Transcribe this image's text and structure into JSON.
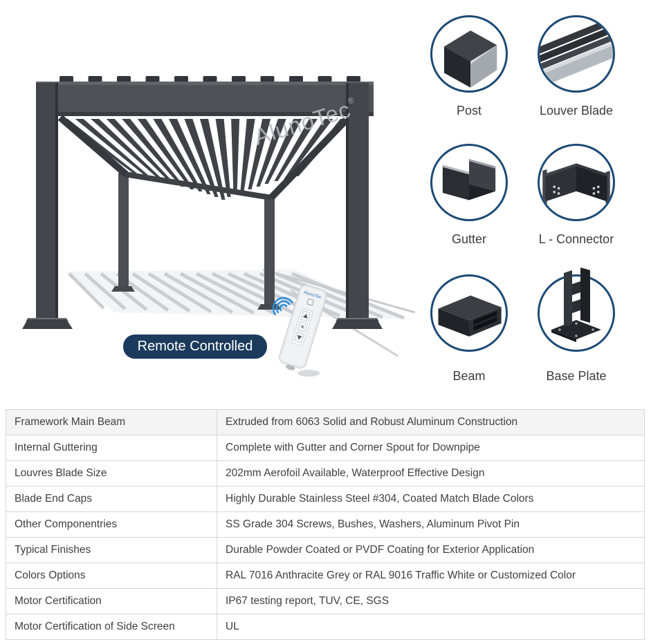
{
  "hero": {
    "watermark": "AlunoTec",
    "watermark_reg": "®",
    "badge_label": "Remote Controlled",
    "remote_logo": "AlunoTec"
  },
  "components": {
    "circle_border_color": "#1d4a75",
    "items": [
      {
        "label": "Post",
        "icon": "post-icon"
      },
      {
        "label": "Louver Blade",
        "icon": "louver-blade-icon"
      },
      {
        "label": "Gutter",
        "icon": "gutter-icon"
      },
      {
        "label": "L - Connector",
        "icon": "l-connector-icon"
      },
      {
        "label": "Beam",
        "icon": "beam-icon"
      },
      {
        "label": "Base Plate",
        "icon": "base-plate-icon"
      }
    ]
  },
  "spec_table": {
    "rows": [
      {
        "label": "Framework Main Beam",
        "value": "Extruded from 6063 Solid and Robust Aluminum Construction"
      },
      {
        "label": "Internal Guttering",
        "value": "Complete with Gutter and Corner Spout for Downpipe"
      },
      {
        "label": "Louvres Blade Size",
        "value": "202mm Aerofoil Available, Waterproof Effective Design"
      },
      {
        "label": "Blade End Caps",
        "value": "Highly Durable Stainless Steel #304, Coated Match Blade Colors"
      },
      {
        "label": "Other Componentries",
        "value": "SS Grade 304 Screws, Bushes, Washers, Aluminum Pivot Pin"
      },
      {
        "label": "Typical Finishes",
        "value": "Durable Powder Coated or PVDF Coating for Exterior Application"
      },
      {
        "label": "Colors Options",
        "value": "RAL 7016 Anthracite Grey or RAL 9016 Traffic White or Customized Color"
      },
      {
        "label": "Motor Certification",
        "value": "IP67 testing report, TUV, CE, SGS"
      },
      {
        "label": "Motor Certification of Side Screen",
        "value": "UL"
      }
    ]
  },
  "colors": {
    "pergola_frame": "#4e5257",
    "badge_bg": "#1c3b5c",
    "circle_ring": "#1d4a75",
    "wifi_blue": "#2e8fd8",
    "table_border": "#d6d6d6",
    "table_header_bg": "#f4f4f5"
  }
}
